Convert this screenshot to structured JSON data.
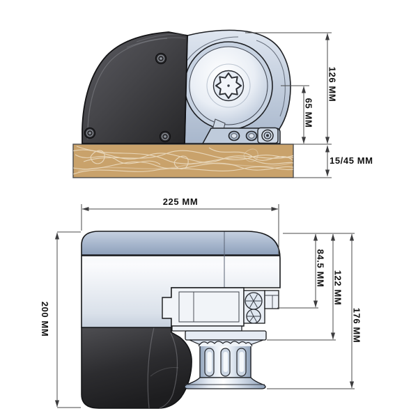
{
  "drawing": {
    "type": "technical-dimension-drawing",
    "subject": "horizontal anchor windlass, two orthographic views on deck",
    "views": {
      "above_deck": {
        "dims": {
          "overall_height": "126 MM",
          "gypsy_center_height": "65 MM",
          "deck_thickness": "15/45 MM"
        }
      },
      "below_deck": {
        "dims": {
          "overall_length": "225 MM",
          "overall_depth": "200 MM",
          "clutch_depth": "84.5 MM",
          "plate_depth": "122 MM",
          "chainwheel_depth": "176 MM"
        }
      }
    },
    "colors": {
      "background": "#ffffff",
      "deck_wood": "#c9a26b",
      "deck_fiber": "#f6eedd",
      "cover_dark": "#39393c",
      "metal_light": "#e3eaf3",
      "metal_mid": "#aebdd2",
      "outline": "#1b1d21",
      "dimension_line": "#4a4a4a",
      "label_text": "#121212"
    }
  }
}
